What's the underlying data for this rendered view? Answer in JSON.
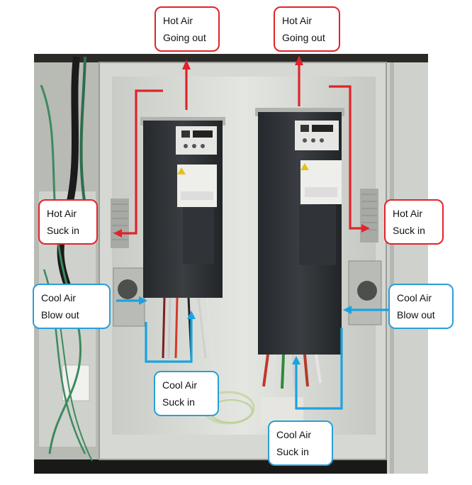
{
  "callouts": {
    "hot_out_left": {
      "line1": "Hot Air",
      "line2": "Going out"
    },
    "hot_out_right": {
      "line1": "Hot Air",
      "line2": "Going out"
    },
    "hot_in_left": {
      "line1": "Hot Air",
      "line2": "Suck in"
    },
    "hot_in_right": {
      "line1": "Hot Air",
      "line2": "Suck in"
    },
    "cool_out_left": {
      "line1": "Cool Air",
      "line2": "Blow out"
    },
    "cool_out_right": {
      "line1": "Cool Air",
      "line2": "Blow out"
    },
    "cool_in_left": {
      "line1": "Cool Air",
      "line2": "Suck in"
    },
    "cool_in_right": {
      "line1": "Cool Air",
      "line2": "Suck in"
    }
  },
  "colors": {
    "hot_arrow": "#e0242a",
    "cool_arrow": "#1aa3e0",
    "cabinet": "#d9dbd6",
    "drive": "#2e3236"
  }
}
